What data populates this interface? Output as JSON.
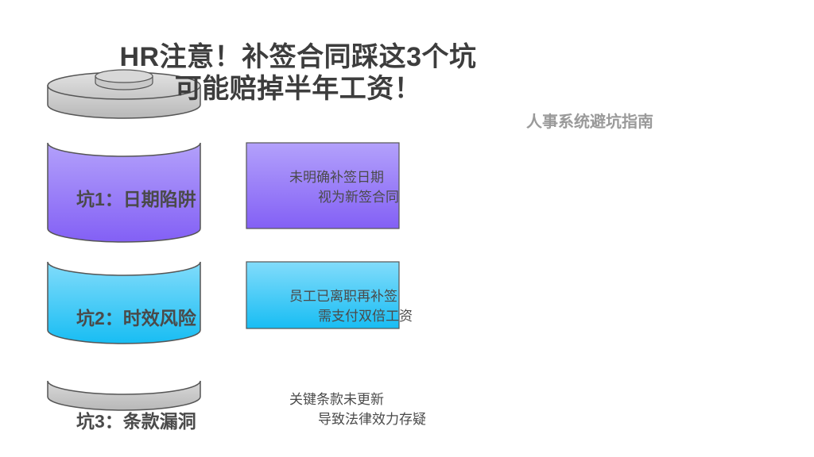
{
  "title": {
    "line1": "HR注意！补签合同踩这3个坑",
    "line2": "可能赔掉半年工资！"
  },
  "subtitle": "人事系统避坑指南",
  "pits": [
    {
      "label": "坑1：日期陷阱",
      "desc_line1": "未明确补签日期",
      "desc_line2": "视为新签合同",
      "color": "#8b6cf5"
    },
    {
      "label": "坑2：时效风险",
      "desc_line1": "员工已离职再补签",
      "desc_line2": "需支付双倍工资",
      "color": "#2ec7f5"
    },
    {
      "label": "坑3：条款漏洞",
      "desc_line1": "关键条款未更新",
      "desc_line2": "导致法律效力存疑",
      "color": "#bdbdbd"
    }
  ]
}
